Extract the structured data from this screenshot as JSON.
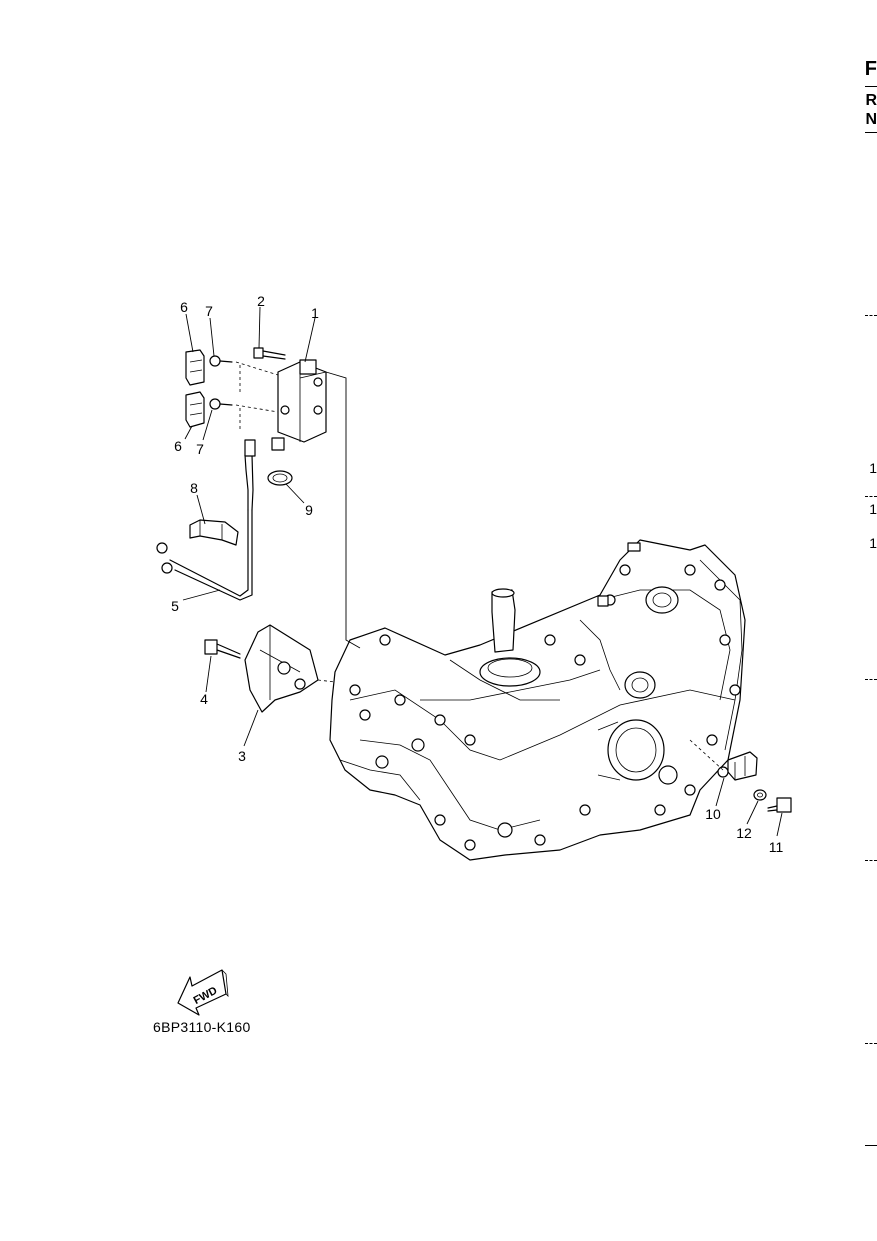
{
  "diagram": {
    "reference_code": "6BP3110-K160",
    "fwd_label": "FWD",
    "callouts": {
      "p1": "1",
      "p2": "2",
      "p3": "3",
      "p4": "4",
      "p5": "5",
      "p6a": "6",
      "p6b": "6",
      "p7a": "7",
      "p7b": "7",
      "p8": "8",
      "p9": "9",
      "p10": "10",
      "p11": "11",
      "p12": "12"
    }
  },
  "edge": {
    "letters": [
      "F",
      "R",
      "N"
    ],
    "numbers": [
      "1",
      "1",
      "1"
    ]
  }
}
